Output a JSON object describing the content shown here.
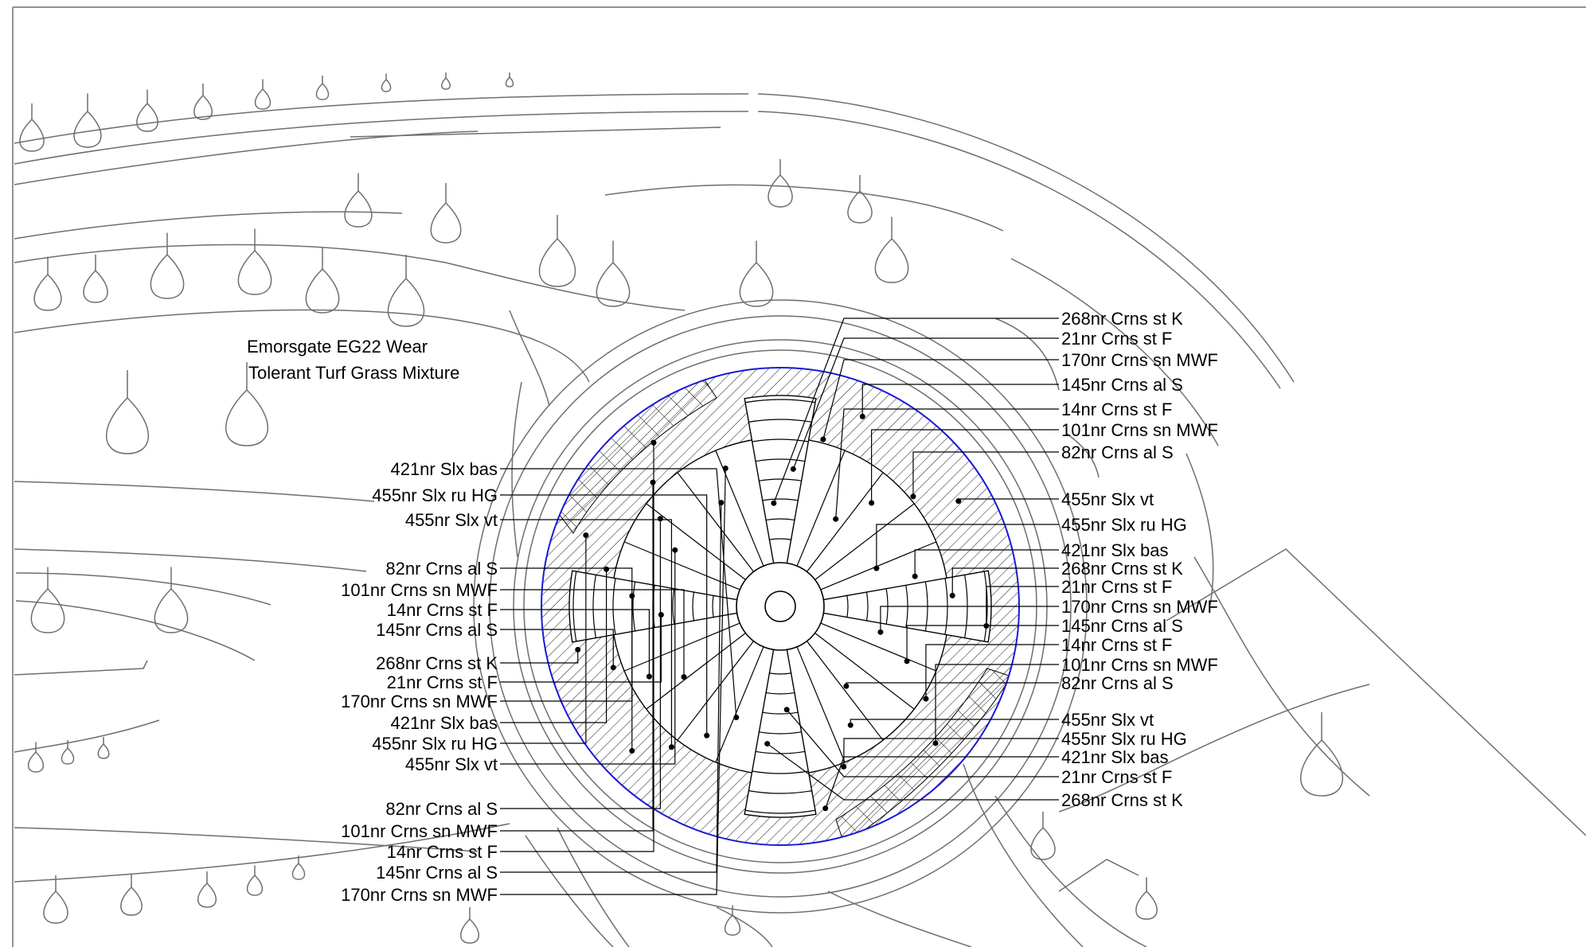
{
  "title_block": [
    "Emorsgate EG22 Wear",
    "Tolerant Turf Grass Mixture"
  ],
  "colors": {
    "boundary": "#1a1ad6",
    "context": "#6e6e6e",
    "ink": "#000000"
  },
  "labels_left": [
    "421nr Slx bas",
    "455nr Slx ru HG",
    "455nr Slx vt",
    "82nr Crns al S",
    "101nr Crns sn MWF",
    "14nr Crns st F",
    "145nr Crns al S",
    "268nr Crns st K",
    "21nr Crns st F",
    "170nr Crns sn MWF",
    "421nr Slx bas",
    "455nr Slx ru HG",
    "455nr Slx vt",
    "82nr Crns al S",
    "101nr Crns sn MWF",
    "14nr Crns st F",
    "145nr Crns al S",
    "170nr Crns sn MWF"
  ],
  "labels_right": [
    "268nr Crns st K",
    "21nr Crns st F",
    "170nr Crns sn MWF",
    "145nr Crns al S",
    "14nr Crns st F",
    "101nr Crns sn MWF",
    "82nr Crns al S",
    "455nr Slx vt",
    "455nr Slx ru HG",
    "421nr Slx bas",
    "268nr Crns st K",
    "21nr Crns st F",
    "170nr Crns sn MWF",
    "145nr Crns al S",
    "14nr Crns st F",
    "101nr Crns sn MWF",
    "82nr Crns al S",
    "455nr Slx vt",
    "455nr Slx ru HG",
    "421nr Slx bas",
    "21nr Crns st F",
    "268nr Crns st K"
  ]
}
